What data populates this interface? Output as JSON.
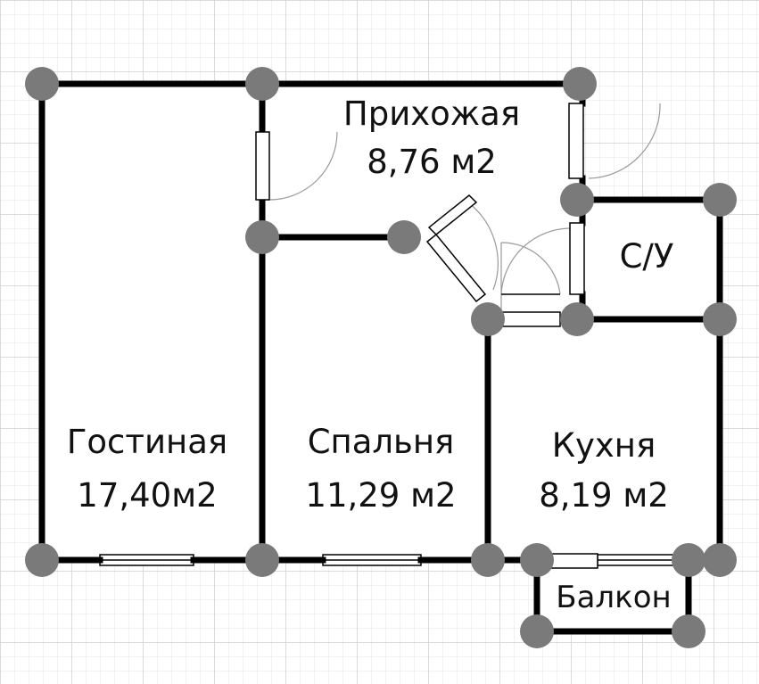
{
  "colors": {
    "wall": "#000000",
    "node": "#7a7a7a",
    "grid_minor": "#e4e4e4",
    "grid_major": "#cfcfcf",
    "background": "#ffffff",
    "door_fill": "#ffffff",
    "arc": "#9a9a9a"
  },
  "rooms": {
    "hallway": {
      "name": "Прихожая",
      "area": "8,76 м2"
    },
    "living": {
      "name": "Гостиная",
      "area": "17,40м2"
    },
    "bedroom": {
      "name": "Спальня",
      "area": "11,29 м2"
    },
    "kitchen": {
      "name": "Кухня",
      "area": "8,19 м2"
    },
    "bathroom": {
      "name": "С/У"
    },
    "balcony": {
      "name": "Балкон"
    }
  }
}
